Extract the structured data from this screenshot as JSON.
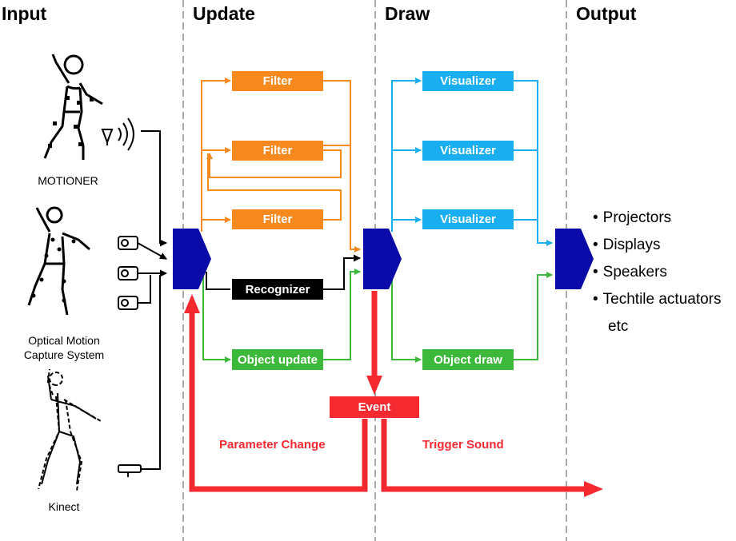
{
  "columns": {
    "input": "Input",
    "update": "Update",
    "draw": "Draw",
    "output": "Output"
  },
  "sources": {
    "motioner": "MOTIONER",
    "optical_line1": "Optical Motion",
    "optical_line2": "Capture System",
    "kinect": "Kinect"
  },
  "update_blocks": {
    "filter1": "Filter",
    "filter2": "Filter",
    "filter3": "Filter",
    "recognizer": "Recognizer",
    "object_update": "Object update"
  },
  "draw_blocks": {
    "visualizer1": "Visualizer",
    "visualizer2": "Visualizer",
    "visualizer3": "Visualizer",
    "object_draw": "Object draw"
  },
  "event": {
    "label": "Event",
    "parameter_change": "Parameter Change",
    "trigger_sound": "Trigger Sound"
  },
  "outputs": {
    "items": [
      "Projectors",
      "Displays",
      "Speakers",
      "Techtile actuators"
    ],
    "etc": "etc"
  },
  "colors": {
    "filter": "#f7891e",
    "visualizer": "#19aef0",
    "object": "#3cb83a",
    "recognizer": "#000000",
    "event": "#f42a30",
    "hub": "#0a0aa8"
  },
  "icons": [
    "dancer-figure-icon",
    "antenna-icon",
    "camera-icon",
    "kinect-sensor-icon"
  ]
}
